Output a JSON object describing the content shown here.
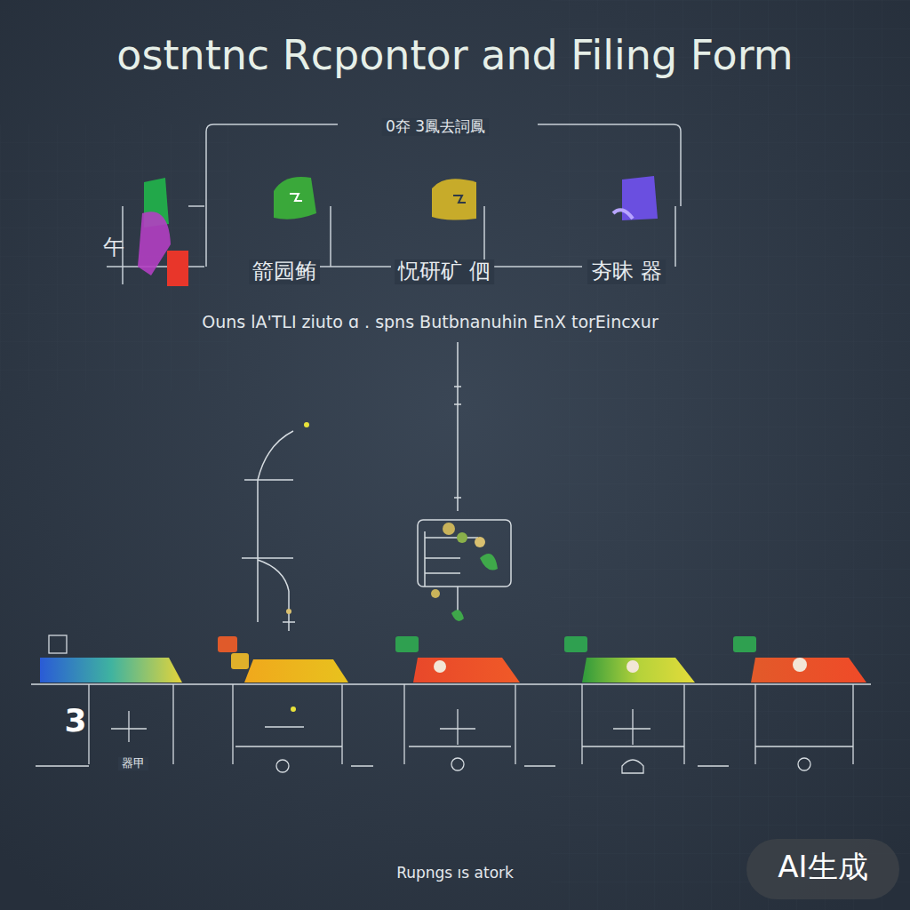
{
  "diagram": {
    "title": "ostntnc Rcpontor and Filing Form",
    "labels": [
      "0㚏 3鳳去詞鳳",
      "午",
      "箭园鲔",
      "怳研矿 伵",
      "夯昧 器",
      "Ouns lA'TLI ziuto ɑ . spns Butbnanuhin EnX toŗEincxur",
      "3",
      "器甲",
      "Rupngs ıs atork",
      "AI生成"
    ]
  }
}
